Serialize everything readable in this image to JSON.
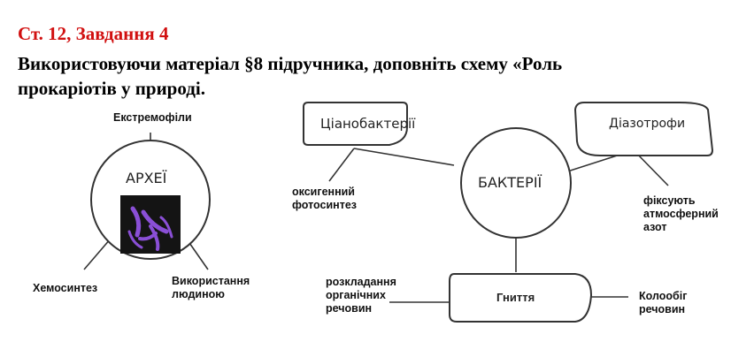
{
  "header": {
    "reference": "Ст. 12, Завдання 4",
    "task_line1": "Використовуючи матеріал §8 підручника, доповніть схему «Роль",
    "task_line2": "прокаріотів у природі."
  },
  "archaea": {
    "title": "АРХЕЇ",
    "branch_top": "Екстремофіли",
    "branch_left": "Хемосинтез",
    "branch_right_line1": "Використання",
    "branch_right_line2": "людиною"
  },
  "bacteria": {
    "title": "БАКТЕРІЇ",
    "box_cyanobacteria": "Ціанобактерії",
    "cyanobacteria_note_line1": "оксигенний",
    "cyanobacteria_note_line2": "фотосинтез",
    "box_diazotrophs": "Діазотрофи",
    "diazotrophs_note_line1": "фіксують",
    "diazotrophs_note_line2": "атмосферний",
    "diazotrophs_note_line3": "азот",
    "box_decay": "Гниття",
    "decay_left_line1": "розкладання",
    "decay_left_line2": "органічних",
    "decay_left_line3": "речовин",
    "decay_right_line1": "Колообіг",
    "decay_right_line2": "речовин"
  },
  "colors": {
    "heading_red": "#d10f0f",
    "line": "#333333",
    "micrograph_bg": "#141414",
    "cell_purple": "#8a4fd6"
  }
}
